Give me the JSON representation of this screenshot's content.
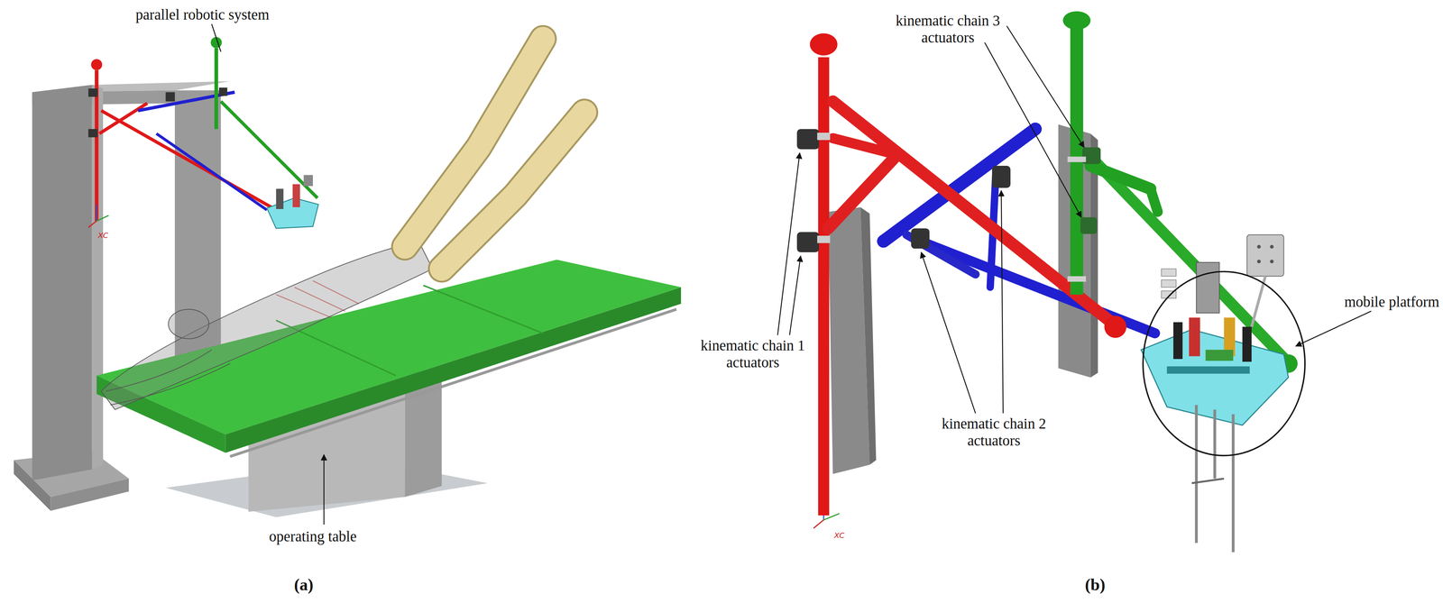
{
  "diagram": {
    "labels": [
      "parallel robotic system",
      "operating table",
      "(a)",
      "kinematic chain 3 actuators",
      "kinematic chain 1 actuators",
      "kinematic chain 2 actuators",
      "mobile platform",
      "(b)",
      "XC",
      "XC"
    ]
  }
}
